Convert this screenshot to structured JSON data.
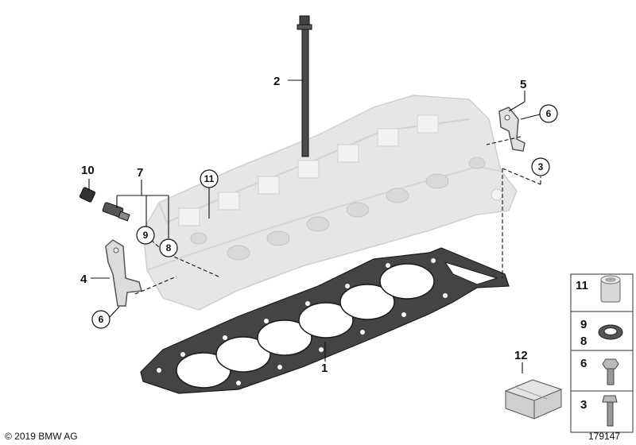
{
  "callouts": {
    "c1": "1",
    "c2": "2",
    "c3": "3",
    "c4": "4",
    "c5": "5",
    "c6a": "6",
    "c6b": "6",
    "c7": "7",
    "c8": "8",
    "c9": "9",
    "c10": "10",
    "c11": "11",
    "c12": "12"
  },
  "legend": {
    "r1": "11",
    "r2a": "9",
    "r2b": "8",
    "r3": "6",
    "r4": "3"
  },
  "footer": {
    "copyright": "© 2019 BMW AG",
    "diagram_number": "179147"
  },
  "colors": {
    "head_fill": "#e4e4e4",
    "head_stroke": "#cfcfcf",
    "gasket_fill": "#3f3f3f",
    "line": "#111111"
  }
}
